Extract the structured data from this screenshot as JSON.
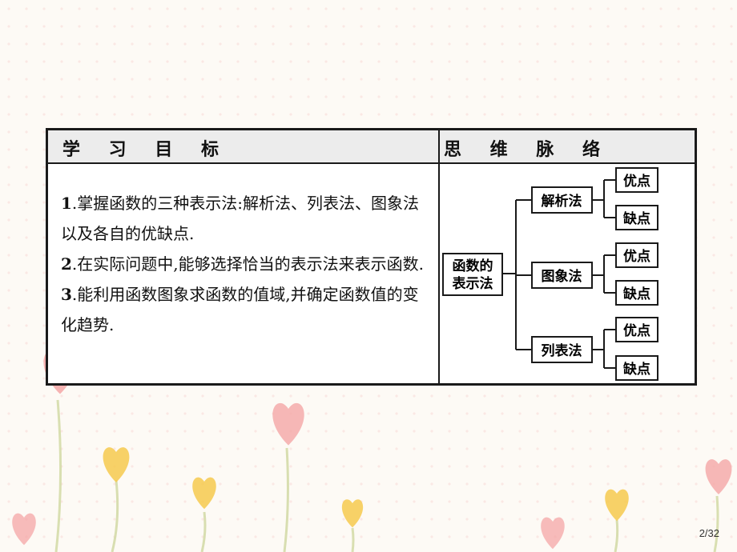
{
  "table": {
    "header_left": "学 习 目 标",
    "header_right": "思 维 脉 络"
  },
  "goals": [
    {
      "num": "1",
      "text": ".掌握函数的三种表示法:解析法、列表法、图象法以及各自的优缺点."
    },
    {
      "num": "2",
      "text": ".在实际问题中,能够选择恰当的表示法来表示函数."
    },
    {
      "num": "3",
      "text": ".能利用函数图象求函数的值域,并确定函数值的变化趋势."
    }
  ],
  "mindmap": {
    "root": "函数的\n表示法",
    "root_line1": "函数的",
    "root_line2": "表示法",
    "branches": [
      {
        "label": "解析法",
        "leaves": [
          "优点",
          "缺点"
        ]
      },
      {
        "label": "图象法",
        "leaves": [
          "优点",
          "缺点"
        ]
      },
      {
        "label": "列表法",
        "leaves": [
          "优点",
          "缺点"
        ]
      }
    ]
  },
  "page_number": "2/32",
  "colors": {
    "background": "#fdfaf5",
    "heart_pink": "#f4a6a6",
    "heart_yellow": "#f6c94e",
    "border": "#1a1a1a",
    "header_fill": "#ececec"
  }
}
